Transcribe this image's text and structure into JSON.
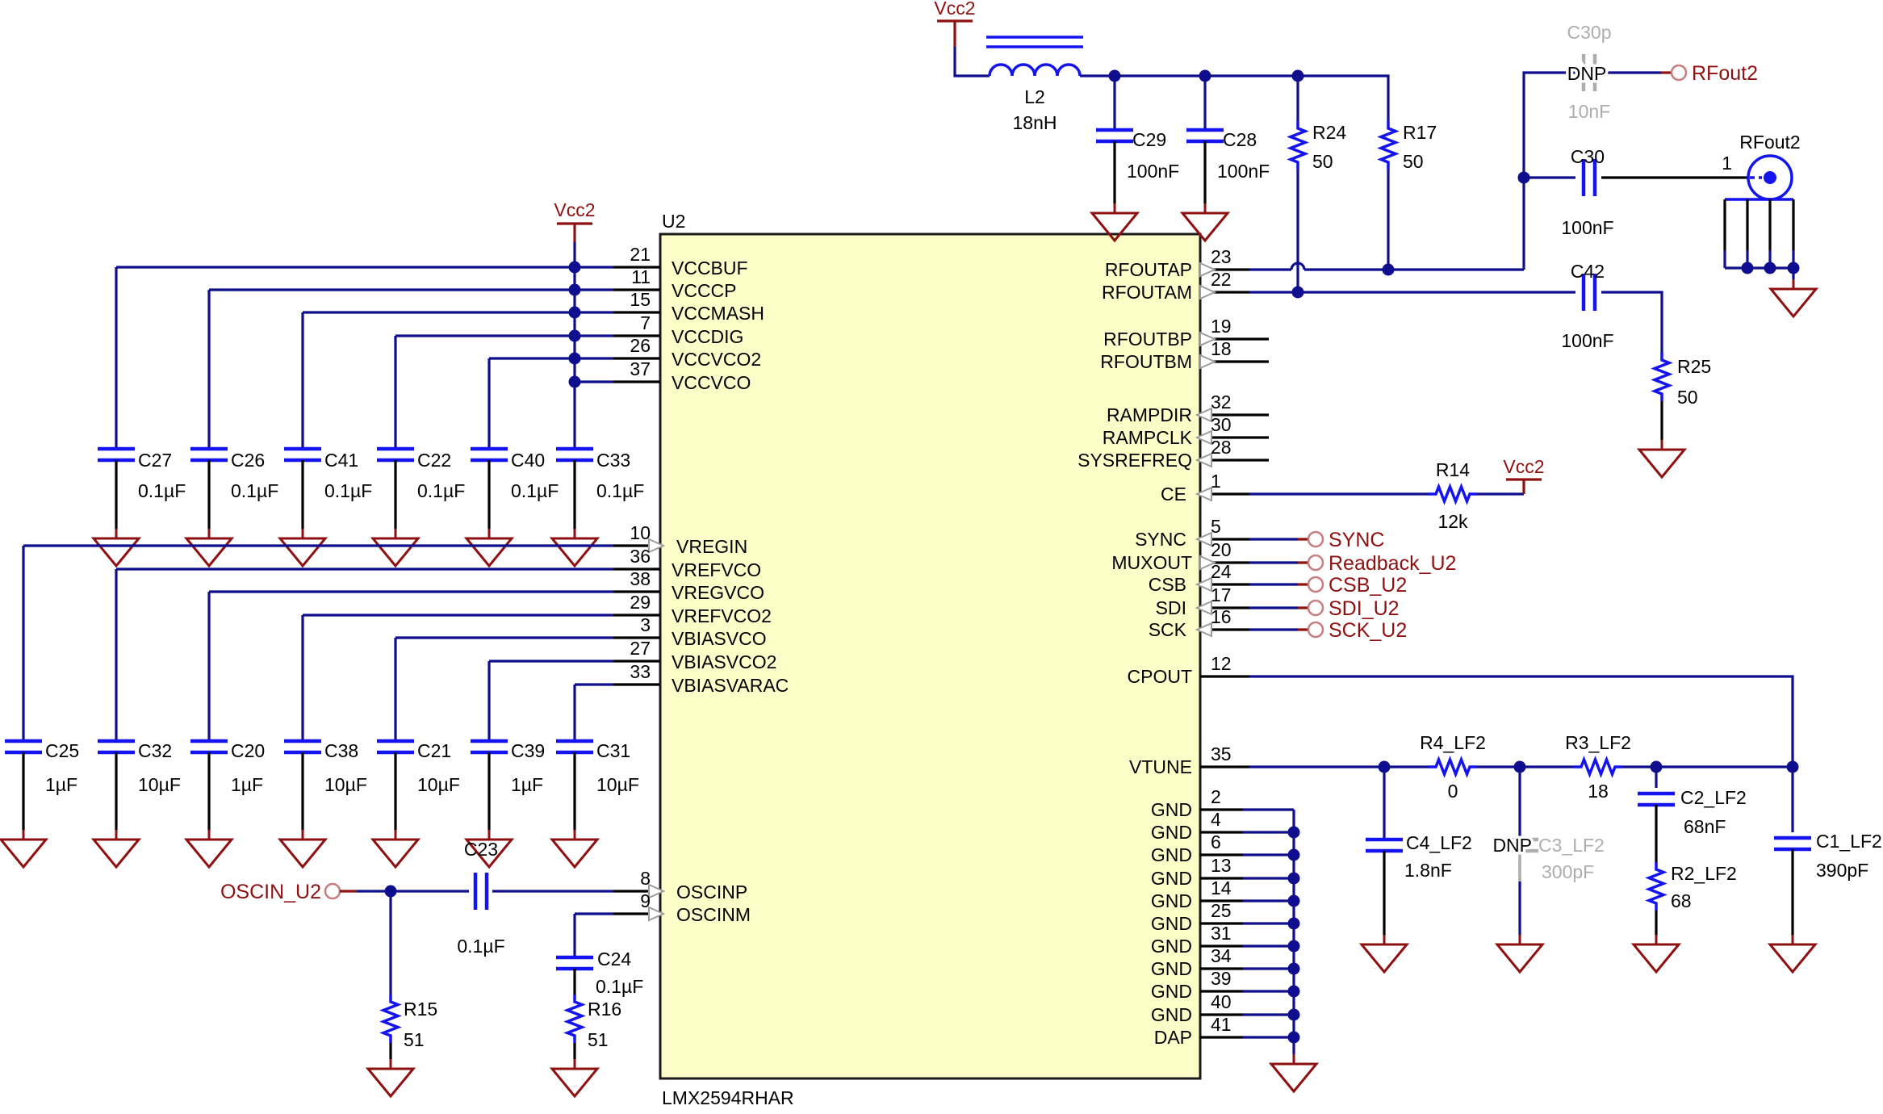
{
  "colors": {
    "wire": "#0E0E8F",
    "symbol": "#1414F0",
    "power_ground": "#8F1010",
    "dnp_gray": "#ADADAD",
    "ic_fill": "#FEFEC9"
  },
  "ic": {
    "refdes": "U2",
    "part": "LMX2594RHAR",
    "left_pins": [
      {
        "num": "21",
        "name": "VCCBUF"
      },
      {
        "num": "11",
        "name": "VCCCP"
      },
      {
        "num": "15",
        "name": "VCCMASH"
      },
      {
        "num": "7",
        "name": "VCCDIG"
      },
      {
        "num": "26",
        "name": "VCCVCO2"
      },
      {
        "num": "37",
        "name": "VCCVCO"
      },
      {
        "num": "10",
        "name": "VREGIN"
      },
      {
        "num": "36",
        "name": "VREFVCO"
      },
      {
        "num": "38",
        "name": "VREGVCO"
      },
      {
        "num": "29",
        "name": "VREFVCO2"
      },
      {
        "num": "3",
        "name": "VBIASVCO"
      },
      {
        "num": "27",
        "name": "VBIASVCO2"
      },
      {
        "num": "33",
        "name": "VBIASVARAC"
      },
      {
        "num": "8",
        "name": "OSCINP"
      },
      {
        "num": "9",
        "name": "OSCINM"
      }
    ],
    "right_pins": [
      {
        "num": "23",
        "name": "RFOUTAP"
      },
      {
        "num": "22",
        "name": "RFOUTAM"
      },
      {
        "num": "19",
        "name": "RFOUTBP"
      },
      {
        "num": "18",
        "name": "RFOUTBM"
      },
      {
        "num": "32",
        "name": "RAMPDIR"
      },
      {
        "num": "30",
        "name": "RAMPCLK"
      },
      {
        "num": "28",
        "name": "SYSREFREQ"
      },
      {
        "num": "1",
        "name": "CE"
      },
      {
        "num": "5",
        "name": "SYNC"
      },
      {
        "num": "20",
        "name": "MUXOUT"
      },
      {
        "num": "24",
        "name": "CSB"
      },
      {
        "num": "17",
        "name": "SDI"
      },
      {
        "num": "16",
        "name": "SCK"
      },
      {
        "num": "12",
        "name": "CPOUT"
      },
      {
        "num": "35",
        "name": "VTUNE"
      },
      {
        "num": "2",
        "name": "GND"
      },
      {
        "num": "4",
        "name": "GND"
      },
      {
        "num": "6",
        "name": "GND"
      },
      {
        "num": "13",
        "name": "GND"
      },
      {
        "num": "14",
        "name": "GND"
      },
      {
        "num": "25",
        "name": "GND"
      },
      {
        "num": "31",
        "name": "GND"
      },
      {
        "num": "34",
        "name": "GND"
      },
      {
        "num": "39",
        "name": "GND"
      },
      {
        "num": "40",
        "name": "GND"
      },
      {
        "num": "41",
        "name": "DAP"
      }
    ]
  },
  "components": {
    "l2": {
      "ref": "L2",
      "value": "18nH"
    },
    "c29": {
      "ref": "C29",
      "value": "100nF"
    },
    "c28": {
      "ref": "C28",
      "value": "100nF"
    },
    "r24": {
      "ref": "R24",
      "value": "50"
    },
    "r17": {
      "ref": "R17",
      "value": "50"
    },
    "c30p": {
      "ref": "C30p",
      "value": "10nF",
      "dnp": "DNP"
    },
    "c30": {
      "ref": "C30",
      "value": "100nF"
    },
    "c42": {
      "ref": "C42",
      "value": "100nF"
    },
    "r25": {
      "ref": "R25",
      "value": "50"
    },
    "r14": {
      "ref": "R14",
      "value": "12k"
    },
    "c27": {
      "ref": "C27",
      "value": "0.1µF"
    },
    "c26": {
      "ref": "C26",
      "value": "0.1µF"
    },
    "c41": {
      "ref": "C41",
      "value": "0.1µF"
    },
    "c22": {
      "ref": "C22",
      "value": "0.1µF"
    },
    "c40": {
      "ref": "C40",
      "value": "0.1µF"
    },
    "c33": {
      "ref": "C33",
      "value": "0.1µF"
    },
    "c25": {
      "ref": "C25",
      "value": "1µF"
    },
    "c32": {
      "ref": "C32",
      "value": "10µF"
    },
    "c20": {
      "ref": "C20",
      "value": "1µF"
    },
    "c38": {
      "ref": "C38",
      "value": "10µF"
    },
    "c21": {
      "ref": "C21",
      "value": "10µF"
    },
    "c39": {
      "ref": "C39",
      "value": "1µF"
    },
    "c31": {
      "ref": "C31",
      "value": "10µF"
    },
    "c23": {
      "ref": "C23",
      "value": "0.1µF"
    },
    "c24": {
      "ref": "C24",
      "value": "0.1µF"
    },
    "r15": {
      "ref": "R15",
      "value": "51"
    },
    "r16": {
      "ref": "R16",
      "value": "51"
    },
    "c4_lf2": {
      "ref": "C4_LF2",
      "value": "1.8nF"
    },
    "c3_lf2": {
      "ref": "C3_LF2",
      "value": "300pF",
      "dnp": "DNP"
    },
    "r4_lf2": {
      "ref": "R4_LF2",
      "value": "0"
    },
    "r3_lf2": {
      "ref": "R3_LF2",
      "value": "18"
    },
    "c2_lf2": {
      "ref": "C2_LF2",
      "value": "68nF"
    },
    "r2_lf2": {
      "ref": "R2_LF2",
      "value": "68"
    },
    "c1_lf2": {
      "ref": "C1_LF2",
      "value": "390pF"
    }
  },
  "net_labels": {
    "rfout2": "RFout2",
    "oscin": "OSCIN_U2",
    "sync": "SYNC",
    "readback": "Readback_U2",
    "csb": "CSB_U2",
    "sdi": "SDI_U2",
    "sck": "SCK_U2"
  },
  "power": {
    "vcc2": "Vcc2"
  },
  "connector": {
    "name": "RFout2",
    "pin": "1"
  }
}
